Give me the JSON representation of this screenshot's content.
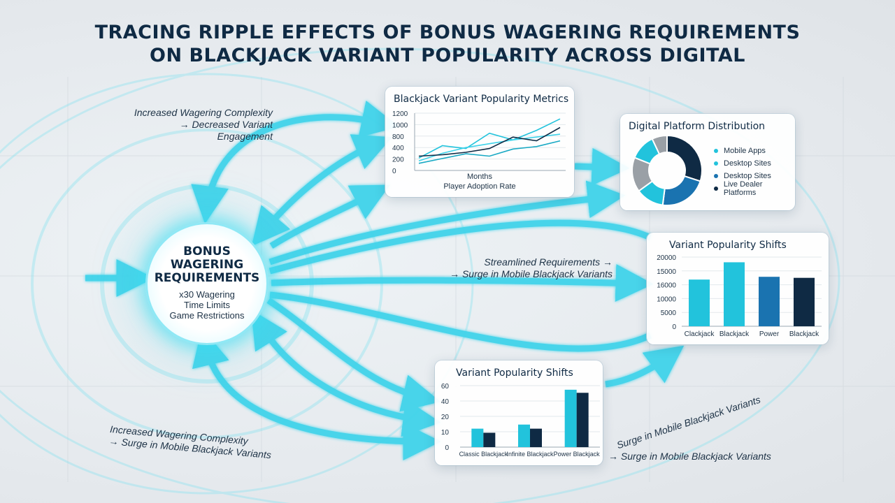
{
  "title": {
    "line1": "TRACING RIPPLE EFFECTS OF BONUS WAGERING REQUIREMENTS",
    "line2": "ON BLACKJACK VARIANT POPULARITY ACROSS DIGITAL"
  },
  "hub": {
    "title_line1": "BONUS",
    "title_line2": "WAGERING",
    "title_line3": "REQUIREMENTS",
    "items": [
      "x30 Wagering",
      "Time Limits",
      "Game Restrictions"
    ]
  },
  "notes": {
    "top_left_line1": "Increased Wagering Complexity",
    "top_left_line2": "→ Decreased Variant Engagement",
    "middle_line1": "Streamlined Requirements →",
    "middle_line2": "→ Surge in Mobile Blackjack Variants",
    "bottom_left_line1": "Increased Wagering Complexity",
    "bottom_left_line2": "→ Surge in Mobile Blackjack Variants",
    "bottom_right": "→ Surge in Mobile Blackjack Variants",
    "bottom_right_tilted": "Surge in Mobile Blackjack Variants"
  },
  "colors": {
    "cyan": "#22c3dc",
    "teal": "#18a9c4",
    "blue": "#1a73b0",
    "navy": "#0f2a44",
    "gray": "#9aa0a6",
    "arrow": "#3fd3ea"
  },
  "chart_data": [
    {
      "type": "line",
      "title": "Blackjack Variant Popularity Metrics",
      "xlabel": "Months",
      "subtitle": "Player Adoption Rate",
      "ylim": [
        0,
        1200
      ],
      "yticks": [
        "1200",
        "1000",
        "800",
        "400",
        "200",
        "0"
      ],
      "x": [
        1,
        2,
        3,
        4,
        5,
        6,
        7
      ],
      "series": [
        {
          "values": [
            260,
            520,
            460,
            780,
            640,
            840,
            1080
          ],
          "color": "#22c3dc"
        },
        {
          "values": [
            200,
            360,
            480,
            560,
            640,
            700,
            760
          ],
          "color": "#3fd3ea"
        },
        {
          "values": [
            300,
            330,
            380,
            460,
            700,
            620,
            900
          ],
          "color": "#0f2a44"
        },
        {
          "values": [
            150,
            250,
            350,
            300,
            450,
            500,
            620
          ],
          "color": "#18a9c4"
        }
      ]
    },
    {
      "type": "pie",
      "title": "Digital Platform Distribution",
      "labels": [
        "Mobile Apps",
        "Desktop Sites",
        "Desktop Sites",
        "Live Dealer Platforms"
      ],
      "legend_colors": [
        "#22c3dc",
        "#22c3dc",
        "#1a73b0",
        "#0f2a44"
      ],
      "slices": [
        {
          "value": 30,
          "color": "#0f2a44"
        },
        {
          "value": 22,
          "color": "#1a73b0"
        },
        {
          "value": 13,
          "color": "#22c3dc"
        },
        {
          "value": 16,
          "color": "#9aa0a6"
        },
        {
          "value": 12,
          "color": "#22c3dc"
        },
        {
          "value": 7,
          "color": "#9aa0a6"
        }
      ]
    },
    {
      "type": "bar",
      "title": "Variant Popularity Shifts",
      "categories": [
        "Clackjack",
        "Blackjack",
        "Power",
        "Blackjack"
      ],
      "values": [
        13500,
        18500,
        14300,
        14000
      ],
      "colors": [
        "#22c3dc",
        "#22c3dc",
        "#1a73b0",
        "#0f2a44"
      ],
      "ylim": [
        0,
        20000
      ],
      "yticks": [
        "20000",
        "15000",
        "16000",
        "10000",
        "5000",
        "0"
      ]
    },
    {
      "type": "bar",
      "title": "Variant Popularity Shifts",
      "categories": [
        "Classic Blackjack",
        "Infinite Blackjack",
        "Power Blackjack"
      ],
      "series": [
        {
          "values": [
            18,
            22,
            56
          ],
          "color": "#22c3dc"
        },
        {
          "values": [
            14,
            18,
            53
          ],
          "color": "#0f2a44"
        }
      ],
      "ylim": [
        0,
        60
      ],
      "yticks": [
        "60",
        "40",
        "20",
        "10",
        "0"
      ]
    }
  ]
}
